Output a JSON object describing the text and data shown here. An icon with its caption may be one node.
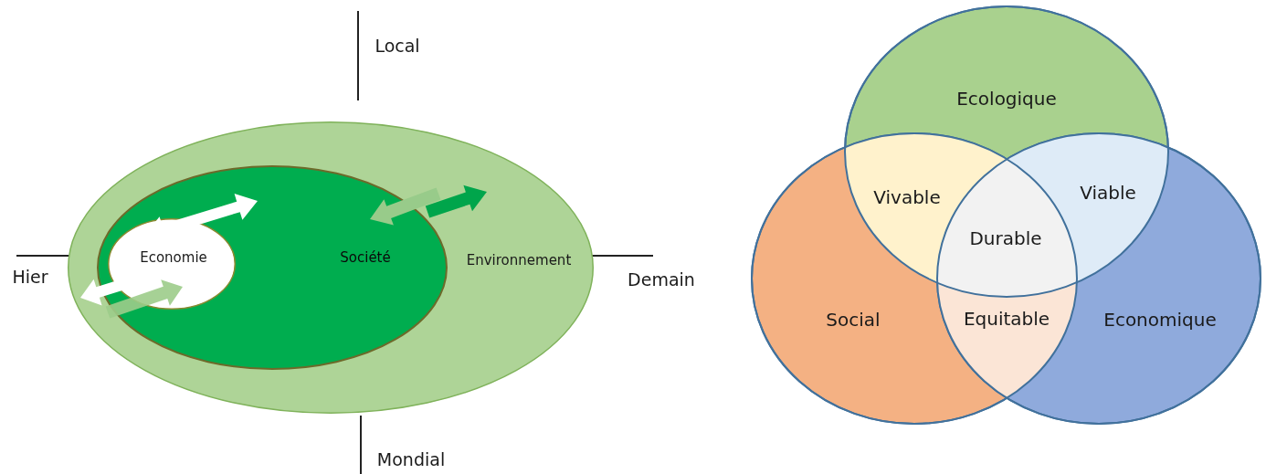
{
  "diagram": {
    "nodes": [
      {
        "text": [
          "Environnement"
        ]
      },
      {
        "text": [
          "Société"
        ],
        "in": 0
      },
      {
        "text": [
          "Economie"
        ],
        "in": 1
      },
      {
        "text": [
          "Ecologique"
        ]
      },
      {
        "text": [
          "Social"
        ]
      },
      {
        "text": [
          "Economique"
        ]
      }
    ],
    "labels": [
      "Local",
      "Hier",
      "Demain",
      "Mondial",
      "Vivable",
      "Viable",
      "Durable",
      "Equitable"
    ]
  }
}
